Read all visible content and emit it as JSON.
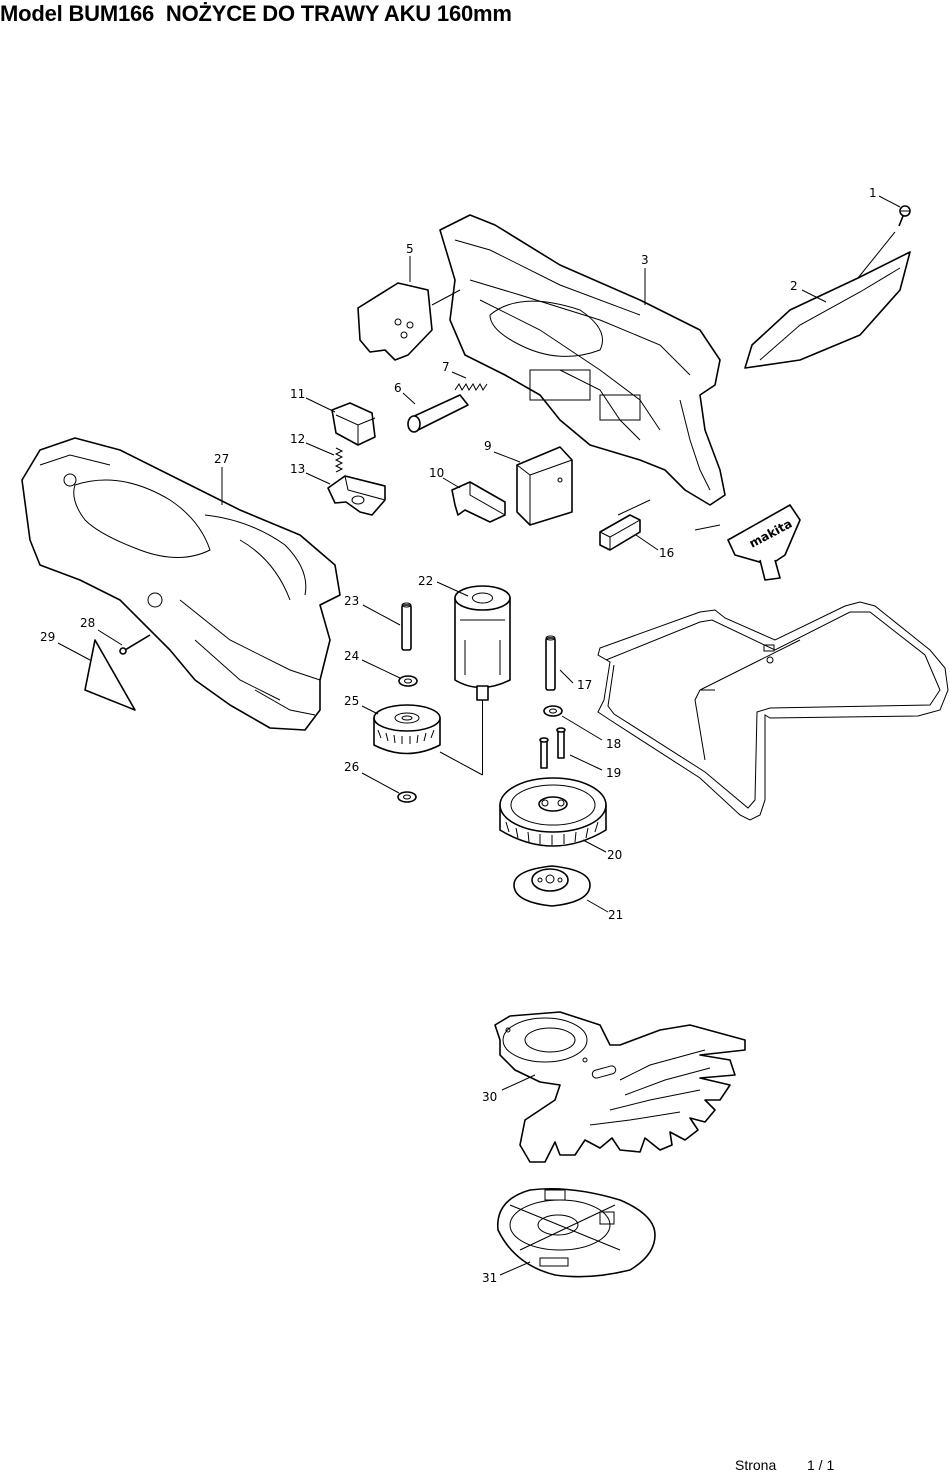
{
  "header": {
    "title": "Model BUM166  NOŻYCE DO TRAWY AKU 160mm"
  },
  "callouts": [
    "1",
    "2",
    "3",
    "5",
    "6",
    "7",
    "9",
    "10",
    "11",
    "12",
    "13",
    "16",
    "17",
    "18",
    "19",
    "20",
    "21",
    "22",
    "23",
    "24",
    "25",
    "26",
    "27",
    "28",
    "29",
    "30",
    "31"
  ],
  "brand_label": "makita",
  "footer": {
    "page_label": "Strona",
    "page_number": "1 / 1"
  }
}
